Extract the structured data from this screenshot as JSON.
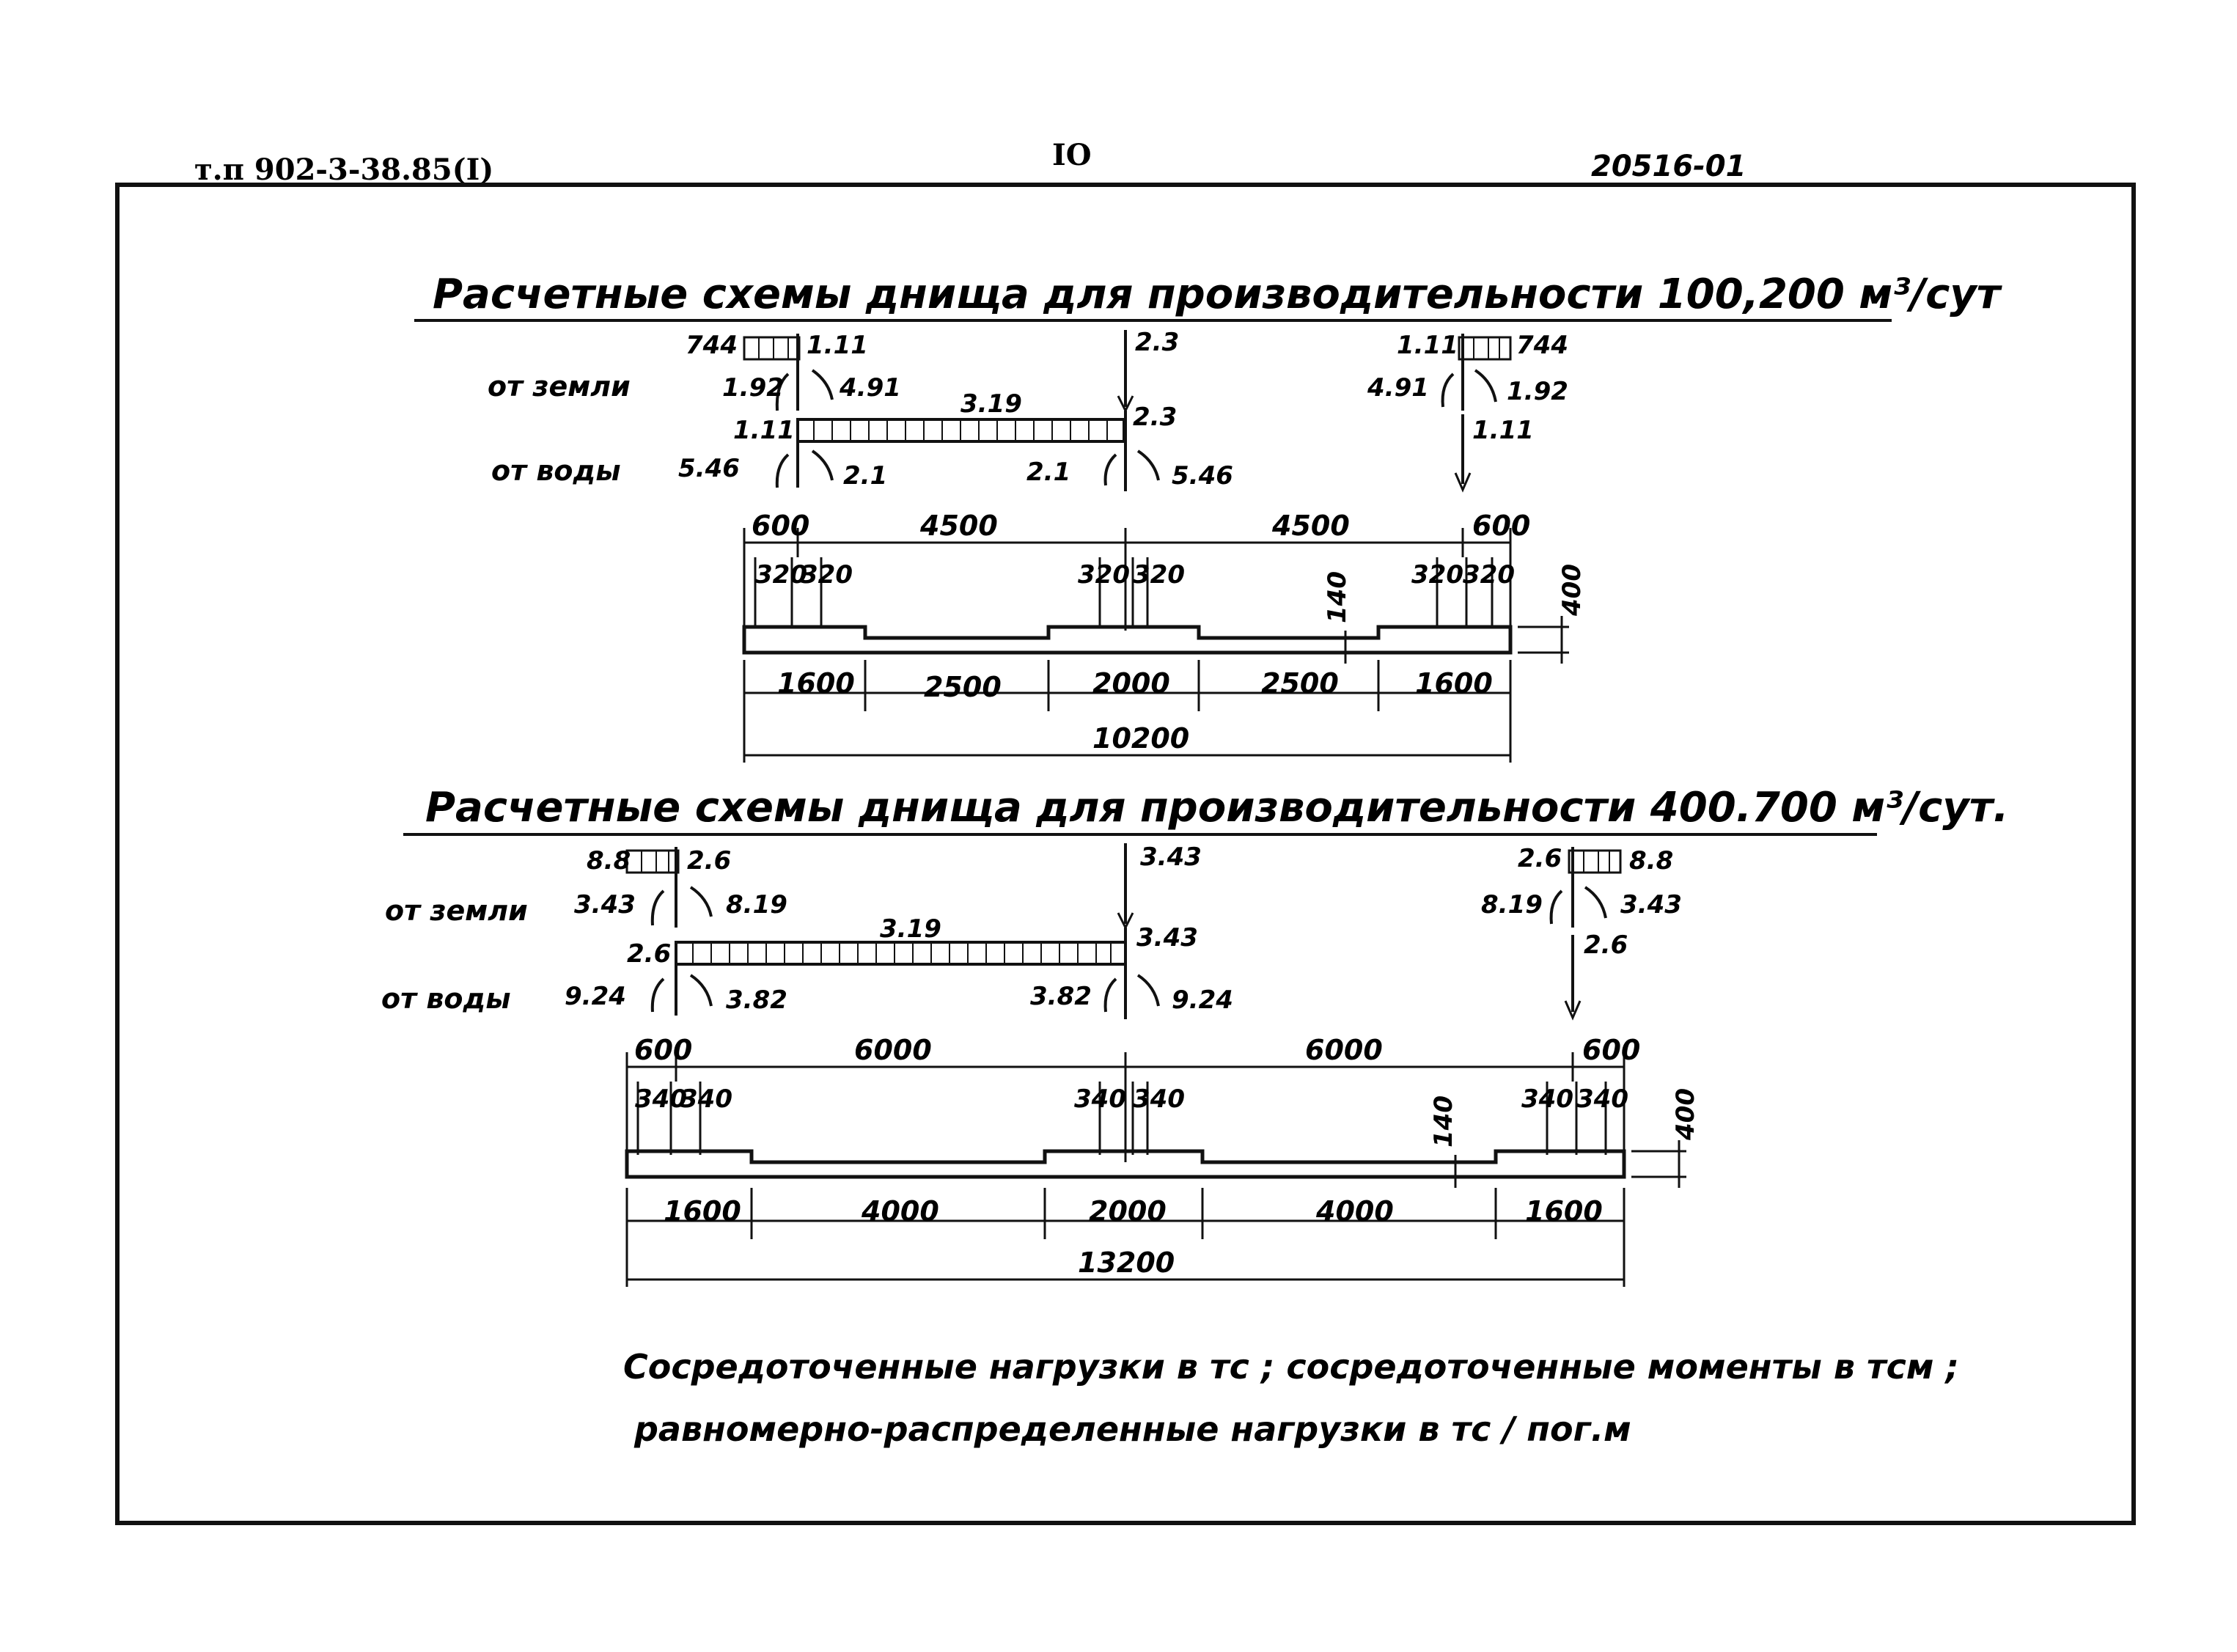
{
  "header": {
    "doc_code": "т.п 902-3-38.85(I)",
    "page_number": "IO",
    "sheet_code": "20516-01"
  },
  "schemes": [
    {
      "title": "Расчетные схемы днища для производительности 100,200 м³/сут",
      "label_soil": "от земли",
      "label_water": "от воды",
      "soil_left": {
        "load_uniform": "744",
        "load_point": "1.11",
        "moment_left": "1.92",
        "moment_right": "4.91"
      },
      "soil_center": {
        "load_point": "2.3"
      },
      "soil_right": {
        "load_point": "1.11",
        "load_uniform": "744",
        "moment_left": "4.91",
        "moment_right": "1.92"
      },
      "distributed": "3.19",
      "water_left": {
        "load_point": "1.11",
        "moment_left": "5.46",
        "moment_right": "2.1"
      },
      "water_center": {
        "load_point": "2.3",
        "moment_left": "2.1",
        "moment_right": "5.46"
      },
      "water_right": {
        "load_point": "1.11"
      },
      "dims_top": [
        "600",
        "4500",
        "4500",
        "600"
      ],
      "dims_sub": [
        "320",
        "320",
        "320",
        "320",
        "320",
        "320"
      ],
      "dims_bottom": [
        "1600",
        "2500",
        "2000",
        "2500",
        "1600"
      ],
      "total": "10200",
      "slab_thick": "400",
      "step": "140"
    },
    {
      "title": "Расчетные схемы днища для производительности 400.700 м³/сут.",
      "label_soil": "от земли",
      "label_water": "от воды",
      "soil_left": {
        "load_uniform": "8.8",
        "load_point": "2.6",
        "moment_left": "3.43",
        "moment_right": "8.19"
      },
      "soil_center": {
        "load_point": "3.43"
      },
      "soil_right": {
        "load_point": "2.6",
        "load_uniform": "8.8",
        "moment_left": "8.19",
        "moment_right": "3.43"
      },
      "distributed": "3.19",
      "water_left": {
        "load_point": "2.6",
        "moment_left": "9.24",
        "moment_right": "3.82"
      },
      "water_center": {
        "load_point": "3.43",
        "moment_left": "3.82",
        "moment_right": "9.24"
      },
      "water_right": {
        "load_point": "2.6"
      },
      "dims_top": [
        "600",
        "6000",
        "6000",
        "600"
      ],
      "dims_sub": [
        "340",
        "340",
        "340",
        "340",
        "340",
        "340"
      ],
      "dims_bottom": [
        "1600",
        "4000",
        "2000",
        "4000",
        "1600"
      ],
      "total": "13200",
      "slab_thick": "400",
      "step": "140"
    }
  ],
  "note": {
    "line1": "Сосредоточенные нагрузки в тс ; сосредоточенные моменты в тсм ;",
    "line2": "равномерно-распределенные нагрузки в тс / пог.м"
  }
}
